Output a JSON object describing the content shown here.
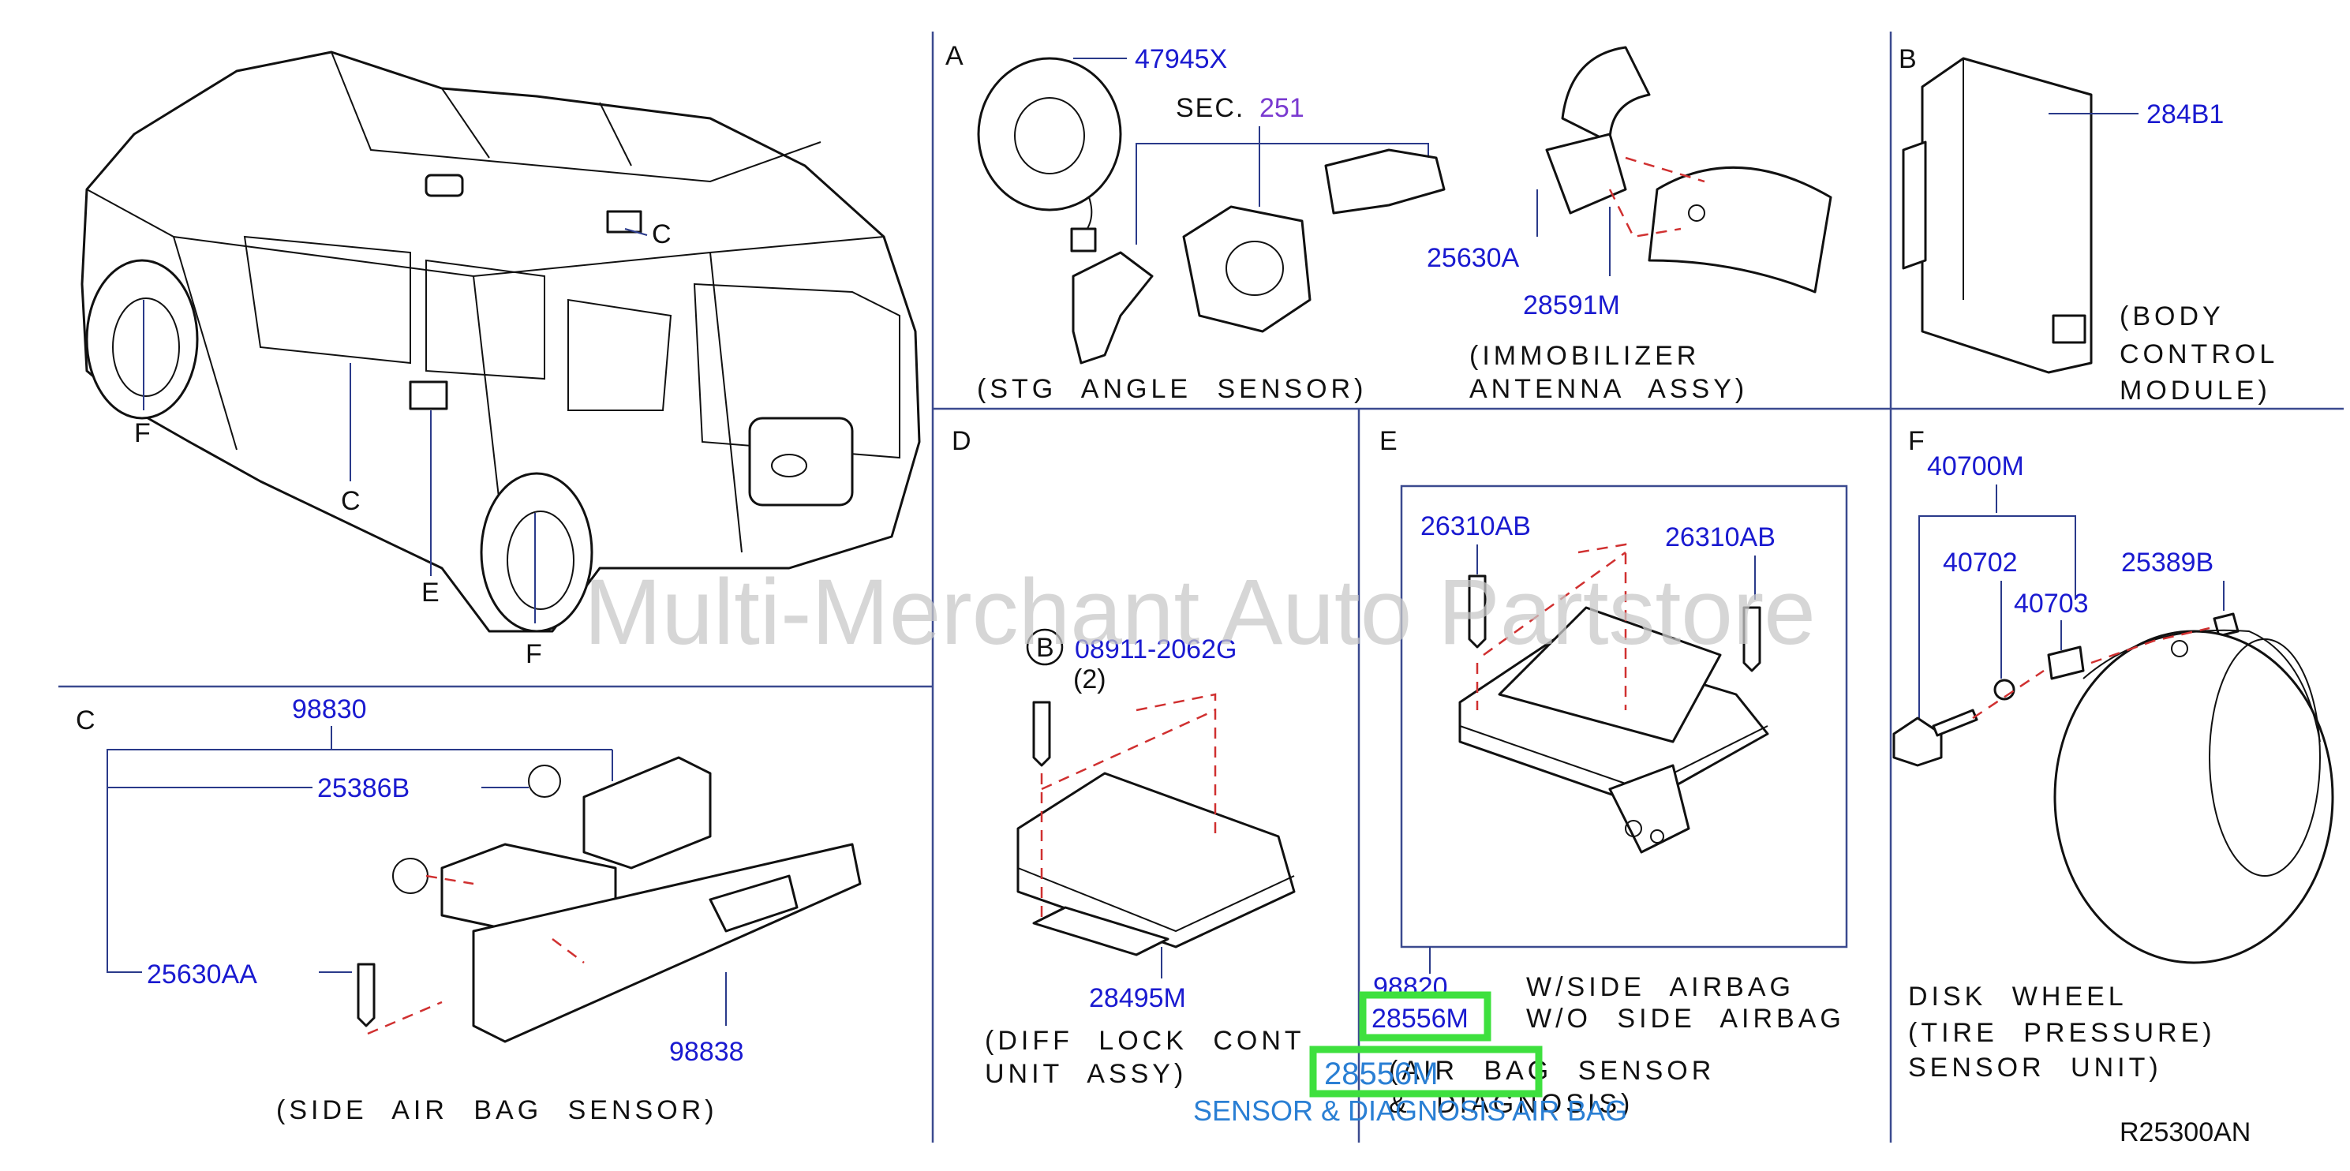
{
  "sections": {
    "A": "A",
    "B": "B",
    "C": "C",
    "D": "D",
    "E": "E",
    "F": "F"
  },
  "vehicle": {
    "callout_c_roof": "C",
    "callout_c_door": "C",
    "callout_e": "E",
    "callout_f_front": "F",
    "callout_f_rear": "F"
  },
  "panel_a": {
    "part_47945x": "47945X",
    "sec_prefix": "SEC.",
    "sec_number": "251",
    "part_25630a": "25630A",
    "part_28591m": "28591M",
    "caption_stg": "(STG ANGLE SENSOR)",
    "caption_immo_1": "(IMMOBILIZER",
    "caption_immo_2": "ANTENNA ASSY)"
  },
  "panel_b": {
    "part_284b1": "284B1",
    "caption_1": "(BODY",
    "caption_2": "CONTROL",
    "caption_3": "MODULE)"
  },
  "panel_c": {
    "part_98830": "98830",
    "part_25386b": "25386B",
    "part_25630aa": "25630AA",
    "part_98838": "98838",
    "caption": "(SIDE AIR BAG SENSOR)"
  },
  "panel_d": {
    "bolt_circle": "B",
    "part_08911": "08911-2062G",
    "qty": "(2)",
    "part_28495m": "28495M",
    "caption_1": "(DIFF LOCK CONT",
    "caption_2": "UNIT ASSY)"
  },
  "panel_e": {
    "part_26310ab_left": "26310AB",
    "part_26310ab_right": "26310AB",
    "part_98820": "98820",
    "part_28556m": "28556M",
    "note_with": "W/SIDE AIRBAG",
    "note_without": "W/O SIDE AIRBAG",
    "caption_1": "(AIR BAG SENSOR",
    "caption_2": "& DIAGNOSIS)",
    "overlay_part": "28556M",
    "overlay_link": "SENSOR & DIAGNOSIS AIR BAG"
  },
  "panel_f": {
    "part_40700m": "40700M",
    "part_40702": "40702",
    "part_40703": "40703",
    "part_25389b": "25389B",
    "caption_1": "DISK WHEEL",
    "caption_2": "(TIRE PRESSURE)",
    "caption_3": "SENSOR UNIT)"
  },
  "diagram_code": "R25300AN",
  "watermark": "Multi-Merchant Auto Partstore",
  "colors": {
    "part_number": "#1a1ad0",
    "sec_number": "#7a3ad0",
    "dashed_guide": "#d03030",
    "highlight": "#3ee03e",
    "overlay_link": "#2a7fd4"
  }
}
